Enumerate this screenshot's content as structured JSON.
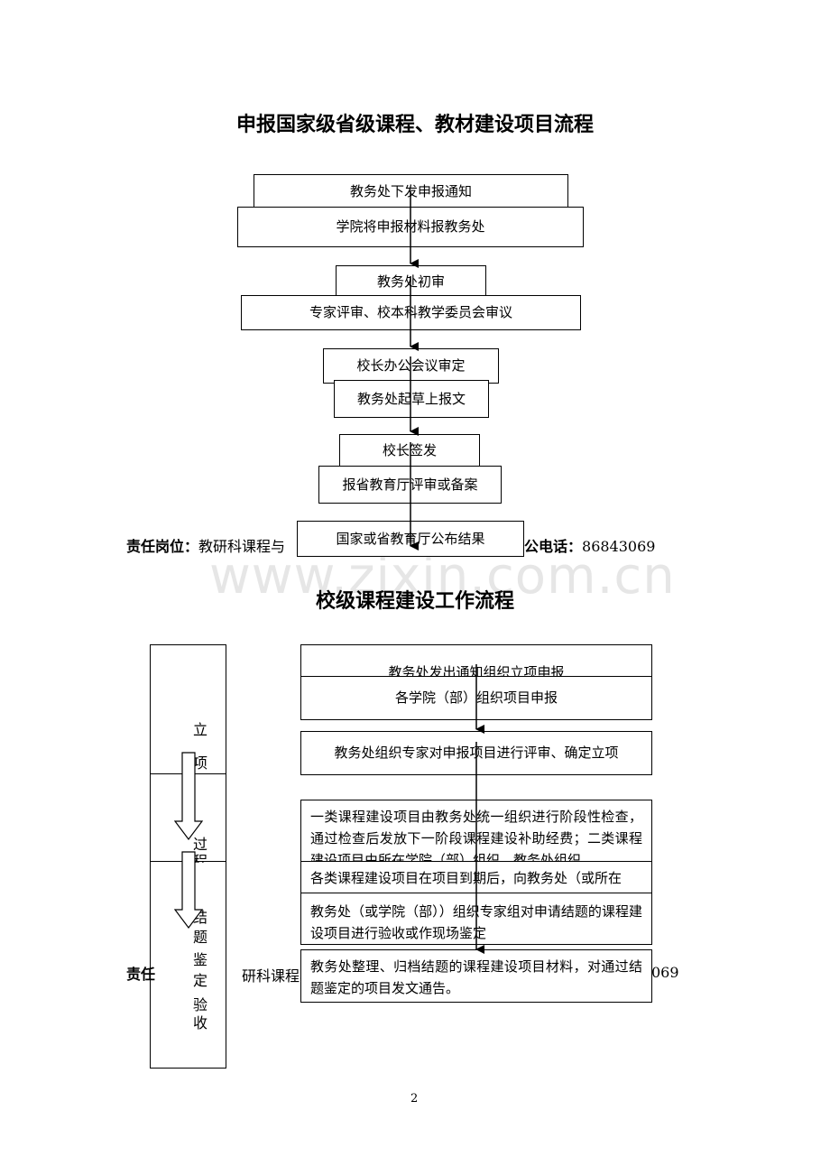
{
  "flow1": {
    "title": "申报国家级省级课程、教材建设项目流程",
    "steps": [
      "教务处下发申报通知",
      "学院将申报材料报教务处",
      "教务处初审",
      "专家评审、校本科教学委员会审议",
      "校长办公会议审定",
      "教务处起草上报文",
      "校长签发",
      "报省教育厅评审或备案",
      "国家或省教育厅公布结果"
    ],
    "responsibility": {
      "label": "责任岗位：",
      "value": "教研科课程与",
      "phone_label": "办公电话：",
      "phone": "86843069"
    }
  },
  "watermark": "www.zixin.com.cn",
  "flow2": {
    "title": "校级课程建设工作流程",
    "stages": [
      "立",
      "项",
      "过",
      "程",
      "结",
      "题",
      "鉴",
      "定",
      "验",
      "收"
    ],
    "steps": [
      "教务处发出通知组织立项申报",
      "各学院（部）组织项目申报",
      "教务处组织专家对申报项目进行评审、确定立项",
      "一类课程建设项目由教务处统一组织进行阶段性检查，通过检查后发放下一阶段课程建设补助经费；二类课程建设项目由所在学院（部）组织，教务处组织",
      "各类课程建设项目在项目到期后，向教务处（或所在",
      "教务处（或学院（部））组织专家组对申请结题的课程建设项目进行验收或作现场鉴定",
      "教务处整理、归档结题的课程建设项目材料，对通过结题鉴定的项目发文通告。"
    ],
    "responsibility": {
      "left": "责任",
      "middle": "研科课程与",
      "right": "069"
    }
  },
  "page_number": "2"
}
